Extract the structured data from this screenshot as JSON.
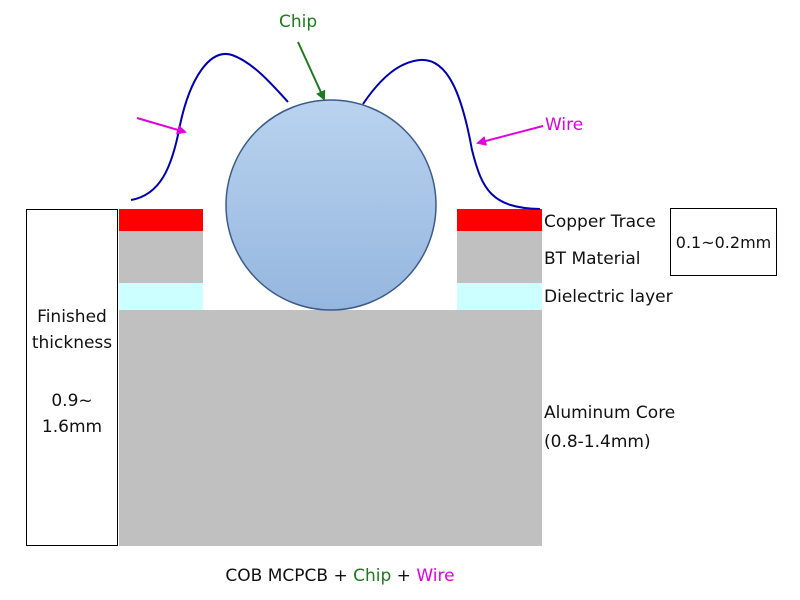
{
  "labels": {
    "chip": "Chip",
    "wire": "Wire",
    "copper_trace": "Copper Trace",
    "bt_material": "BT Material",
    "dielectric_layer": "Dielectric layer",
    "aluminum_core_line1": "Aluminum Core",
    "aluminum_core_line2": "(0.8-1.4mm)"
  },
  "thickness_box": {
    "line1": "Finished",
    "line2": "thickness",
    "line3": "0.9~",
    "line4": "1.6mm"
  },
  "layer_range_box": {
    "text": "0.1~0.2mm"
  },
  "caption": {
    "part1": "COB MCPCB + ",
    "chip": "Chip",
    "part2": " + ",
    "wire": "Wire"
  },
  "colors": {
    "copper": "#ff0000",
    "bt_material": "#c0c0c0",
    "dielectric": "#ccffff",
    "aluminum": "#c0c0c0",
    "chip_fill": "#a4c2e6",
    "chip_stroke": "#3c5a8c",
    "wire": "#0000b0",
    "chip_accent": "#1e7a1e",
    "wire_accent": "#e000e0"
  }
}
